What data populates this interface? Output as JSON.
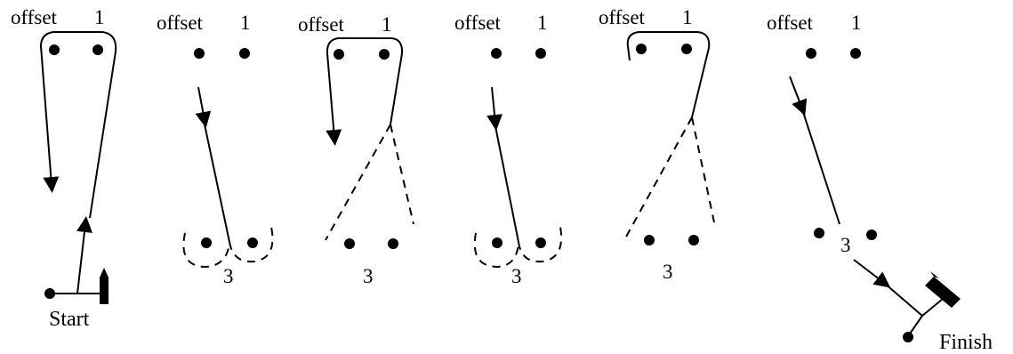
{
  "panels": [
    {
      "offset_label": "offset",
      "index_label": "1"
    },
    {
      "offset_label": "offset",
      "index_label": "1"
    },
    {
      "offset_label": "offset",
      "index_label": "1"
    },
    {
      "offset_label": "offset",
      "index_label": "1"
    },
    {
      "offset_label": "offset",
      "index_label": "1"
    },
    {
      "offset_label": "offset",
      "index_label": "1"
    }
  ],
  "bottom_labels": [
    "3",
    "3",
    "3",
    "3",
    "3"
  ],
  "start_label": "Start",
  "finish_label": "Finish"
}
